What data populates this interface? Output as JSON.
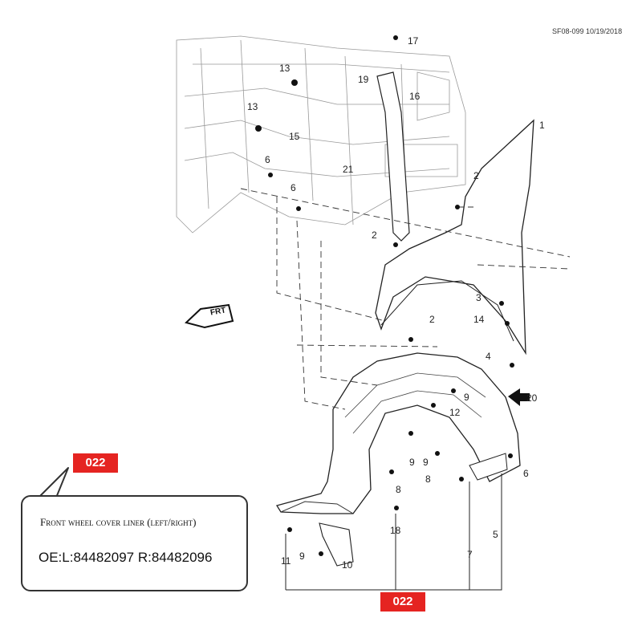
{
  "header": {
    "reference": "SF08-099 10/19/2018"
  },
  "badges": {
    "top": "022",
    "bottom": "022"
  },
  "info_box": {
    "title": "Front wheel cover liner (left/right)",
    "oe_numbers": "OE:L:84482097 R:84482096"
  },
  "direction_label": "FRT",
  "callouts": [
    "1",
    "2",
    "2",
    "2",
    "3",
    "14",
    "4",
    "20",
    "9",
    "12",
    "9",
    "9",
    "6",
    "8",
    "8",
    "18",
    "5",
    "7",
    "10",
    "11",
    "9",
    "6",
    "6",
    "13",
    "13",
    "15",
    "17",
    "19",
    "16",
    "21"
  ],
  "colors": {
    "badge": "#e52421",
    "lines": "#333333"
  }
}
